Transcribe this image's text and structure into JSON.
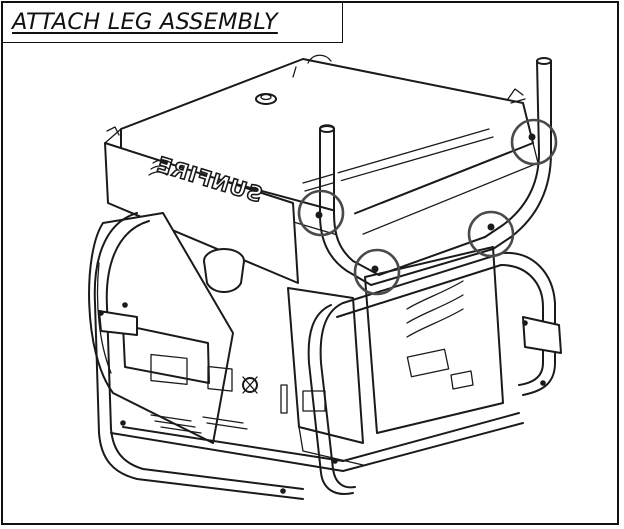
{
  "title": "ATTACH LEG ASSEMBLY",
  "logo": "SUNFIRE",
  "icons": {
    "highlight": "circle-highlight-icon",
    "bolt": "bolt-icon"
  },
  "colors": {
    "line": "#1a1a1a",
    "highlight": "#4a4a4a",
    "background": "#ffffff"
  },
  "highlighted_bolts": [
    "top-right",
    "upper-left",
    "middle-right",
    "lower-left"
  ]
}
